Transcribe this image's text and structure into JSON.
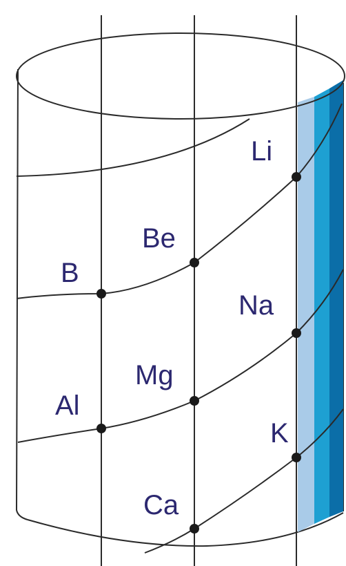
{
  "diagram": {
    "elements": [
      {
        "key": "li",
        "symbol": "Li"
      },
      {
        "key": "be",
        "symbol": "Be"
      },
      {
        "key": "b",
        "symbol": "B"
      },
      {
        "key": "na",
        "symbol": "Na"
      },
      {
        "key": "mg",
        "symbol": "Mg"
      },
      {
        "key": "al",
        "symbol": "Al"
      },
      {
        "key": "k",
        "symbol": "K"
      },
      {
        "key": "ca",
        "symbol": "Ca"
      }
    ],
    "colors": {
      "band_light": "#a9cbe8",
      "band_mid": "#1ea0d2",
      "band_dark": "#0b6ea8",
      "label": "#2c2870",
      "line": "#2a2a2a"
    }
  }
}
